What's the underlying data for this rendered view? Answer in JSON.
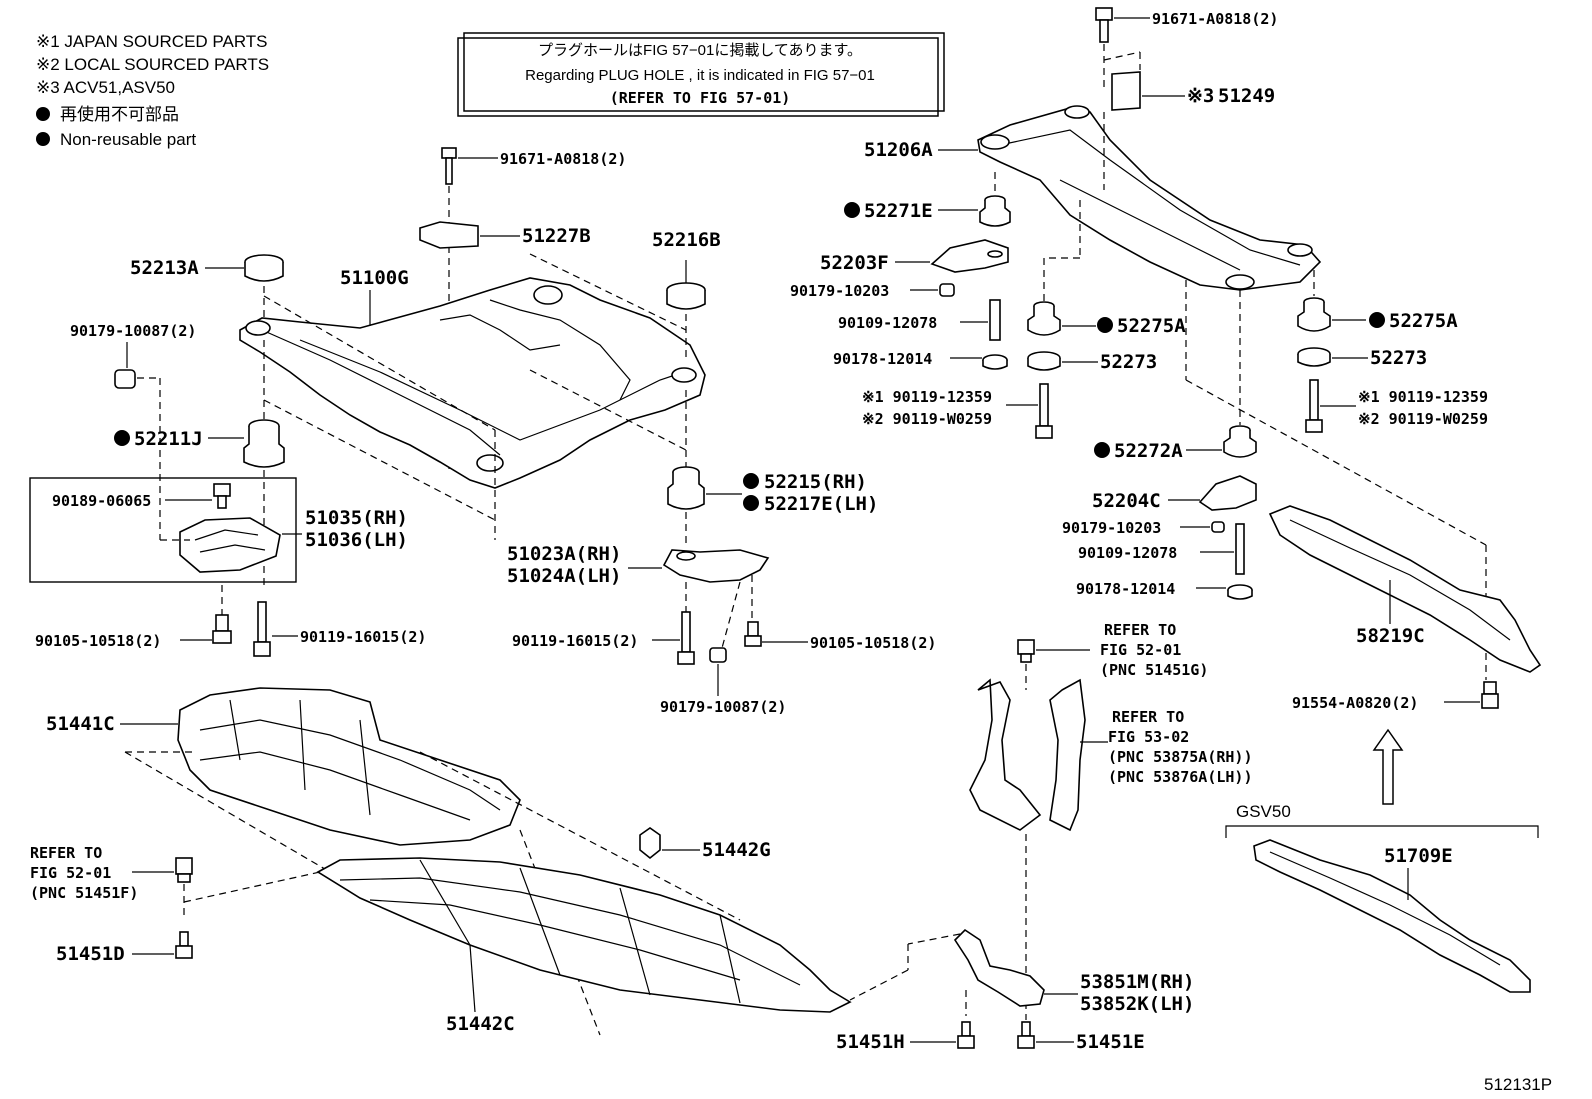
{
  "notes": {
    "n1": "※1 JAPAN SOURCED PARTS",
    "n2": "※2 LOCAL SOURCED PARTS",
    "n3": "※3 ACV51,ASV50",
    "n4": "再使用不可部品",
    "n5": "Non-reusable part"
  },
  "notice": {
    "line1": "プラグホールはFIG 57−01に掲載してあります。",
    "line2": "Regarding PLUG HOLE , it is indicated in FIG 57−01",
    "line3": "(REFER TO FIG 57-01)"
  },
  "labels": {
    "p91671_a": "91671-A0818(2)",
    "p91671_b": "91671-A0818(2)",
    "p51249": "51249",
    "p51249_mark": "※3",
    "p51206A": "51206A",
    "p52271E": "52271E",
    "p52203F": "52203F",
    "p90179_10203_a": "90179-10203",
    "p90109_12078_a": "90109-12078",
    "p90178_12014_a": "90178-12014",
    "p90119_12359_a": "※1 90119-12359",
    "p90119_W0259_a": "※2 90119-W0259",
    "p52275A_a": "52275A",
    "p52273_a": "52273",
    "p52275A_b": "52275A",
    "p52273_b": "52273",
    "p90119_12359_b": "※1 90119-12359",
    "p90119_W0259_b": "※2 90119-W0259",
    "p52272A": "52272A",
    "p52204C": "52204C",
    "p90179_10203_b": "90179-10203",
    "p90109_12078_b": "90109-12078",
    "p90178_12014_b": "90178-12014",
    "p58219C": "58219C",
    "p91554": "91554-A0820(2)",
    "p51227B": "51227B",
    "p52216B": "52216B",
    "p52213A": "52213A",
    "p51100G": "51100G",
    "p90179_10087_a": "90179-10087(2)",
    "p52211J": "52211J",
    "p90189": "90189-06065",
    "p51035": "51035(RH)",
    "p51036": "51036(LH)",
    "p52215": "52215(RH)",
    "p52217E": "52217E(LH)",
    "p51023A": "51023A(RH)",
    "p51024A": "51024A(LH)",
    "p90105_a": "90105-10518(2)",
    "p90119_16015_a": "90119-16015(2)",
    "p90119_16015_b": "90119-16015(2)",
    "p90105_b": "90105-10518(2)",
    "p90179_10087_b": "90179-10087(2)",
    "p51441C": "51441C",
    "p51442G": "51442G",
    "p51442C": "51442C",
    "p51451D": "51451D",
    "p51451H": "51451H",
    "p51451E": "51451E",
    "p53851M": "53851M(RH)",
    "p53852K": "53852K(LH)",
    "p51709E": "51709E",
    "gsv50": "GSV50",
    "fig_id": "512131P"
  },
  "refs": {
    "r1": [
      "REFER TO",
      "FIG 52-01",
      "(PNC 51451G)"
    ],
    "r2": [
      "REFER TO",
      "FIG 53-02",
      "(PNC 53875A(RH))",
      "(PNC 53876A(LH))"
    ],
    "r3": [
      "REFER TO",
      "FIG 52-01",
      "(PNC 51451F)"
    ]
  }
}
